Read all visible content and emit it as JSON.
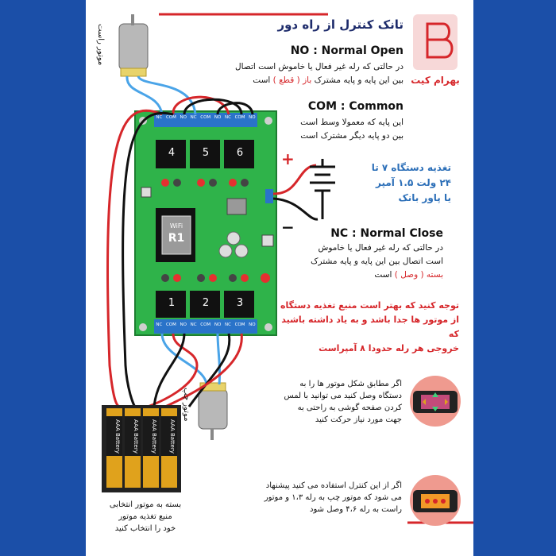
{
  "title": "تانک کنترل از راه دور",
  "logo": {
    "brand": "بهرام کیت"
  },
  "no": {
    "heading": "NO : Normal Open",
    "lines": [
      "در حالتی که رله غیر فعال یا خاموش است  اتصال",
      "بین این پایه و پایه مشترک"
    ],
    "highlight": "باز ( قطع )",
    "tail": "است"
  },
  "com": {
    "heading": "COM : Common",
    "lines": [
      "این پایه که معمولا وسط است",
      "بین دو پایه دیگر مشترک است"
    ]
  },
  "power": {
    "lines": [
      "تغذیه دستگاه ۷ تا",
      "۲۴ ولت ۱.۵ آمپر",
      "یا پاور بانک"
    ],
    "plus": "+",
    "minus": "−"
  },
  "nc": {
    "heading": "NC : Normal Close",
    "lines": [
      "در حالتی که رله غیر فعال یا خاموش",
      "است  اتصال بین این پایه و پایه مشترک"
    ],
    "highlight": "بسته  ( وصل )",
    "tail": "است"
  },
  "warning": {
    "lines": [
      "توجه کنید که بهتر است منبع تغذیه دستگاه",
      "از موتور ها جدا باشد و به یاد داشته باشید که",
      "خروجی هر رله حدودا ۸ آمپراست"
    ]
  },
  "tip1": {
    "lines": [
      "اگر مطابق شکل موتور ها را به",
      "دستگاه وصل کنید می توانید با لمس",
      "کردن صفحه گوشی به راحتی به",
      "جهت مورد نیاز حرکت کنید"
    ]
  },
  "tip2": {
    "lines": [
      "اگر از این کنترل استفاده می کنید پیشنهاد",
      "می شود که موتور چپ به رله ۱،۳ و موتور",
      "راست به رله ۴،۶ وصل شود"
    ]
  },
  "battery_note": {
    "lines": [
      "بسته به موتور انتخابی",
      "منبع تغذیه موتور",
      "خود را انتخاب کنید"
    ]
  },
  "motor_right": "موتور راست",
  "motor_left": "موتور چپ",
  "board": {
    "top_pins": [
      "NC",
      "COM",
      "NO",
      "NC",
      "COM",
      "NO",
      "NC",
      "COM",
      "NO"
    ],
    "bottom_pins": [
      "NC",
      "COM",
      "NO",
      "NC",
      "COM",
      "NO",
      "NC",
      "COM",
      "NO"
    ],
    "relays_top": [
      "4",
      "5",
      "6"
    ],
    "relays_bottom": [
      "1",
      "2",
      "3"
    ],
    "module_wifi": "WiFi",
    "module_name": "R1"
  },
  "battery_label": "AAA Battery",
  "colors": {
    "accent": "#d6262a",
    "board": "#2fb34a",
    "page_border": "#1b4fa8",
    "blue_text": "#2c6fb8"
  }
}
